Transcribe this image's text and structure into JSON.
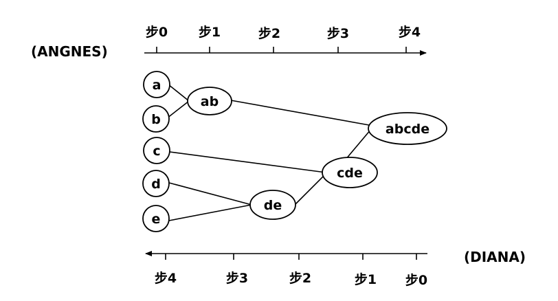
{
  "diagram": {
    "top_axis": {
      "method": "(ANGNES)",
      "steps": [
        "步0",
        "步1",
        "步2",
        "步3",
        "步4"
      ]
    },
    "bottom_axis": {
      "method": "(DIANA)",
      "steps": [
        "步4",
        "步3",
        "步2",
        "步1",
        "步0"
      ]
    },
    "nodes": [
      {
        "id": "a",
        "label": "a"
      },
      {
        "id": "b",
        "label": "b"
      },
      {
        "id": "c",
        "label": "c"
      },
      {
        "id": "d",
        "label": "d"
      },
      {
        "id": "e",
        "label": "e"
      },
      {
        "id": "ab",
        "label": "ab"
      },
      {
        "id": "de",
        "label": "de"
      },
      {
        "id": "cde",
        "label": "cde"
      },
      {
        "id": "abcde",
        "label": "abcde"
      }
    ],
    "edges": [
      [
        "a",
        "ab"
      ],
      [
        "b",
        "ab"
      ],
      [
        "d",
        "de"
      ],
      [
        "e",
        "de"
      ],
      [
        "c",
        "cde"
      ],
      [
        "de",
        "cde"
      ],
      [
        "ab",
        "abcde"
      ],
      [
        "cde",
        "abcde"
      ]
    ]
  }
}
